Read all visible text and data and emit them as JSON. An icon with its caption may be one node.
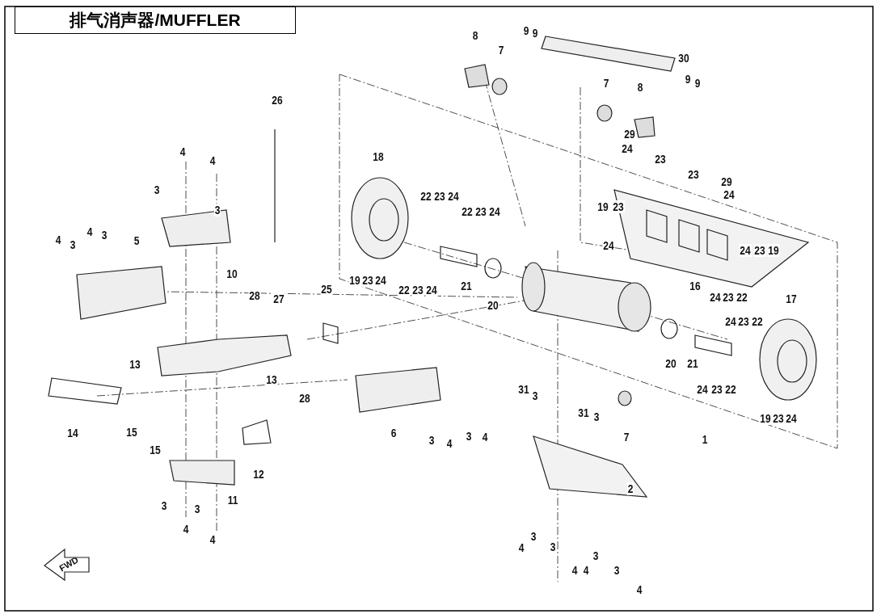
{
  "diagram": {
    "title": "排气消声器/MUFFLER",
    "labels": [
      "8",
      "9",
      "9",
      "7",
      "30",
      "7",
      "8",
      "9",
      "9",
      "26",
      "29",
      "4",
      "4",
      "18",
      "24",
      "23",
      "3",
      "22",
      "23",
      "24",
      "23",
      "29",
      "24",
      "3",
      "22",
      "23",
      "24",
      "19",
      "23",
      "4",
      "3",
      "4",
      "3",
      "5",
      "24",
      "24",
      "23",
      "19",
      "10",
      "28",
      "27",
      "25",
      "19",
      "23",
      "24",
      "22",
      "23",
      "24",
      "21",
      "20",
      "16",
      "24",
      "23",
      "22",
      "17",
      "24",
      "23",
      "22",
      "13",
      "20",
      "21",
      "13",
      "28",
      "31",
      "3",
      "24",
      "23",
      "22",
      "31",
      "3",
      "19",
      "23",
      "24",
      "14",
      "15",
      "15",
      "6",
      "3",
      "4",
      "3",
      "4",
      "7",
      "1",
      "12",
      "3",
      "3",
      "11",
      "2",
      "4",
      "4",
      "4",
      "3",
      "3",
      "3",
      "FWD",
      "4",
      "4",
      "3",
      "4"
    ]
  }
}
